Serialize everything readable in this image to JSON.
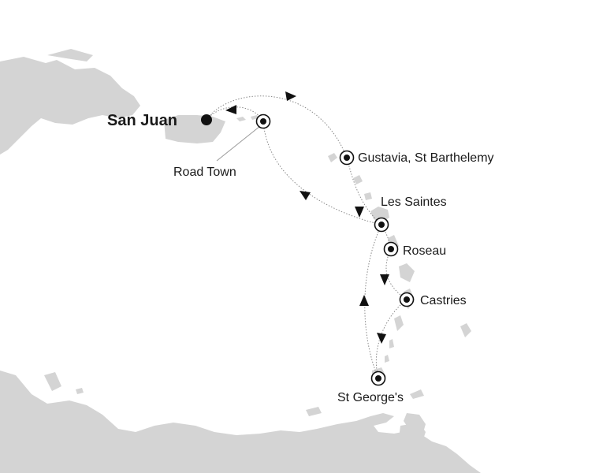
{
  "map": {
    "origin": {
      "name": "San Juan",
      "icon": "origin-dot"
    },
    "ports": [
      {
        "id": "road-town",
        "name": "Road Town"
      },
      {
        "id": "gustavia",
        "name": "Gustavia, St Barthelemy"
      },
      {
        "id": "les-saintes",
        "name": "Les Saintes"
      },
      {
        "id": "roseau",
        "name": "Roseau"
      },
      {
        "id": "castries",
        "name": "Castries"
      },
      {
        "id": "st-georges",
        "name": "St George's"
      }
    ],
    "route_order": [
      "San Juan",
      "Gustavia, St Barthelemy",
      "Les Saintes",
      "Roseau",
      "Castries",
      "St George's",
      "Les Saintes",
      "Road Town",
      "San Juan"
    ],
    "colors": {
      "land": "#d4d4d4",
      "water": "#ffffff",
      "route": "#8a8a8a",
      "marker": "#111111"
    }
  }
}
